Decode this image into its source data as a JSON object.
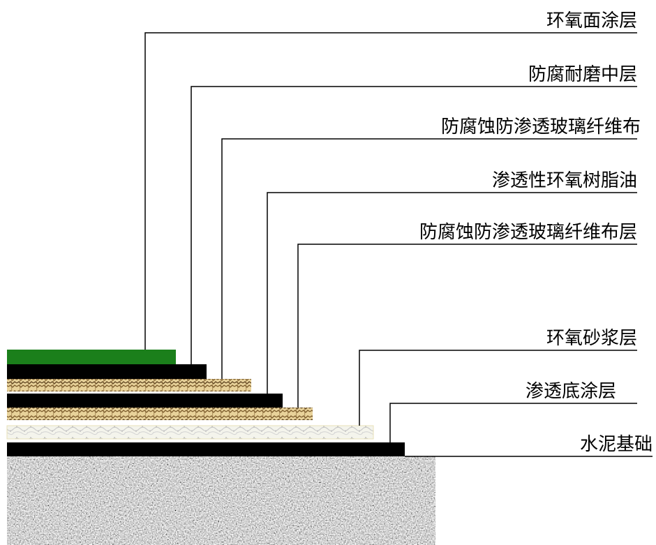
{
  "layers": [
    {
      "id": "epoxy-top-coat",
      "label": "环氧面涂层",
      "color": "#1b7f1b",
      "pattern": "solid"
    },
    {
      "id": "anticorrosion-wear-middle",
      "label": "防腐耐磨中层",
      "color": "#000000",
      "pattern": "solid"
    },
    {
      "id": "glass-fiber-cloth",
      "label": "防腐蚀防渗透玻璃纤维布",
      "color": "#e8d29a",
      "pattern": "hatch"
    },
    {
      "id": "penetrating-epoxy-oil",
      "label": "渗透性环氧树脂油",
      "color": "#000000",
      "pattern": "solid"
    },
    {
      "id": "glass-fiber-cloth-layer",
      "label": "防腐蚀防渗透玻璃纤维布层",
      "color": "#e8d29a",
      "pattern": "hatch"
    },
    {
      "id": "epoxy-mortar",
      "label": "环氧砂浆层",
      "color": "#f3f3e6",
      "pattern": "speckle-light"
    },
    {
      "id": "penetrating-primer",
      "label": "渗透底涂层",
      "color": "#000000",
      "pattern": "solid"
    },
    {
      "id": "cement-base",
      "label": "水泥基础",
      "color": "#9a9a9a",
      "pattern": "granite"
    }
  ]
}
